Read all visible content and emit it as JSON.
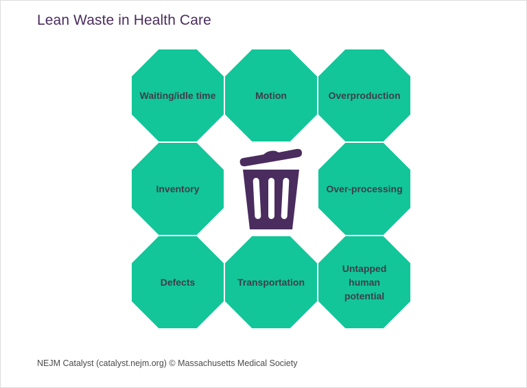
{
  "title": "Lean Waste in Health Care",
  "colors": {
    "octagon_fill": "#12c699",
    "octagon_text": "#3d3d4a",
    "title": "#4a2c5e",
    "trash_icon": "#4a2c5e"
  },
  "grid": {
    "cells": [
      {
        "row": 0,
        "col": 0,
        "label": "Waiting/idle time"
      },
      {
        "row": 0,
        "col": 1,
        "label": "Motion"
      },
      {
        "row": 0,
        "col": 2,
        "label": "Overproduction"
      },
      {
        "row": 1,
        "col": 0,
        "label": "Inventory"
      },
      {
        "row": 1,
        "col": 1,
        "icon": "trash-can-icon"
      },
      {
        "row": 1,
        "col": 2,
        "label": "Over-processing"
      },
      {
        "row": 2,
        "col": 0,
        "label": "Defects"
      },
      {
        "row": 2,
        "col": 1,
        "label": "Transportation"
      },
      {
        "row": 2,
        "col": 2,
        "label": "Untapped human potential"
      }
    ]
  },
  "footer": "NEJM Catalyst (catalyst.nejm.org) © Massachusetts Medical Society"
}
